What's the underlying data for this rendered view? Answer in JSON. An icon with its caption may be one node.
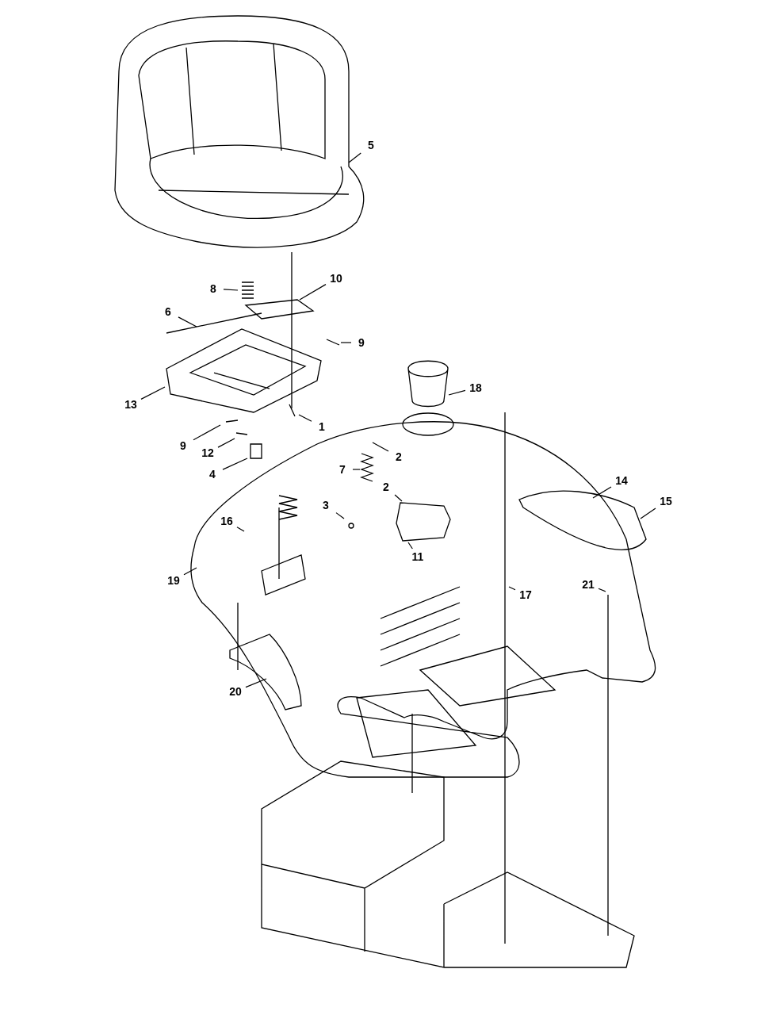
{
  "diagram": {
    "nodes": [
      {
        "text": [
          "5"
        ]
      },
      {
        "text": [
          "8"
        ]
      },
      {
        "text": [
          "10"
        ]
      },
      {
        "text": [
          "6"
        ]
      },
      {
        "text": [
          "9"
        ]
      },
      {
        "text": [
          "13"
        ]
      },
      {
        "text": [
          "9"
        ]
      },
      {
        "text": [
          "1"
        ]
      },
      {
        "text": [
          "12"
        ]
      },
      {
        "text": [
          "4"
        ]
      },
      {
        "text": [
          "18"
        ]
      },
      {
        "text": [
          "2"
        ]
      },
      {
        "text": [
          "7"
        ]
      },
      {
        "text": [
          "2"
        ]
      },
      {
        "text": [
          "3"
        ]
      },
      {
        "text": [
          "14"
        ]
      },
      {
        "text": [
          "15"
        ]
      },
      {
        "text": [
          "16"
        ]
      },
      {
        "text": [
          "11"
        ]
      },
      {
        "text": [
          "19"
        ]
      },
      {
        "text": [
          "17"
        ]
      },
      {
        "text": [
          "21"
        ]
      },
      {
        "text": [
          "20"
        ]
      }
    ],
    "edges": [
      {
        "from": 0,
        "to": null,
        "arrow": "none"
      },
      {
        "from": 1,
        "to": null,
        "arrow": "none"
      },
      {
        "from": 2,
        "to": null,
        "arrow": "none"
      },
      {
        "from": 3,
        "to": null,
        "arrow": "none"
      },
      {
        "from": 4,
        "to": null,
        "arrow": "none"
      },
      {
        "from": 5,
        "to": null,
        "arrow": "none"
      },
      {
        "from": 6,
        "to": null,
        "arrow": "none"
      },
      {
        "from": 7,
        "to": null,
        "arrow": "none"
      },
      {
        "from": 8,
        "to": null,
        "arrow": "none"
      },
      {
        "from": 9,
        "to": null,
        "arrow": "none"
      },
      {
        "from": 10,
        "to": null,
        "arrow": "none"
      },
      {
        "from": 11,
        "to": null,
        "arrow": "none"
      },
      {
        "from": 12,
        "to": null,
        "arrow": "none"
      },
      {
        "from": 13,
        "to": null,
        "arrow": "none"
      },
      {
        "from": 14,
        "to": null,
        "arrow": "none"
      },
      {
        "from": 15,
        "to": null,
        "arrow": "none"
      },
      {
        "from": 16,
        "to": null,
        "arrow": "none"
      },
      {
        "from": 17,
        "to": null,
        "arrow": "none"
      },
      {
        "from": 18,
        "to": null,
        "arrow": "none"
      },
      {
        "from": 19,
        "to": null,
        "arrow": "none"
      },
      {
        "from": 20,
        "to": null,
        "arrow": "none"
      },
      {
        "from": 21,
        "to": null,
        "arrow": "none"
      },
      {
        "from": 22,
        "to": null,
        "arrow": "none"
      }
    ]
  }
}
